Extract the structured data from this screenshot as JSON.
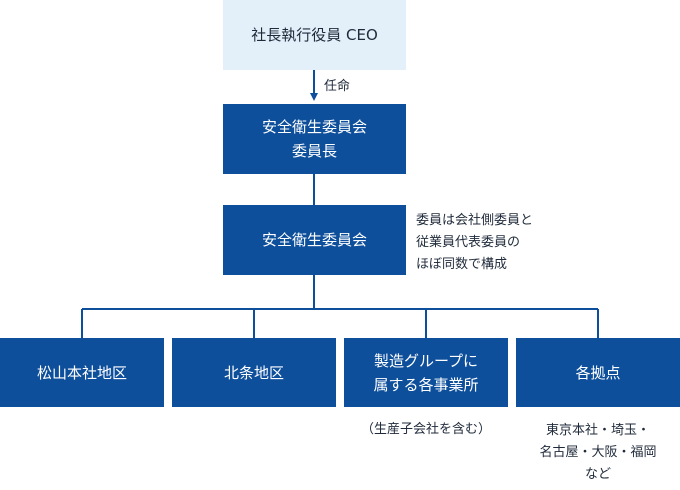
{
  "ceo": {
    "label": "社長執行役員 CEO"
  },
  "appoint_label": "任命",
  "chair": {
    "label": "安全衛生委員会\n委員長"
  },
  "committee": {
    "label": "安全衛生委員会",
    "note": "委員は会社側委員と\n従業員代表委員の\nほぼ同数で構成"
  },
  "branches": [
    {
      "label": "松山本社地区",
      "note": ""
    },
    {
      "label": "北条地区",
      "note": ""
    },
    {
      "label": "製造グループに\n属する各事業所",
      "note": "（生産子会社を含む）"
    },
    {
      "label": "各拠点",
      "note": "東京本社・埼玉・\n名古屋・大阪・福岡\nなど"
    }
  ],
  "colors": {
    "dark_box": "#0e4f9c",
    "light_box": "#e3eff9",
    "line": "#0e4f9c"
  }
}
